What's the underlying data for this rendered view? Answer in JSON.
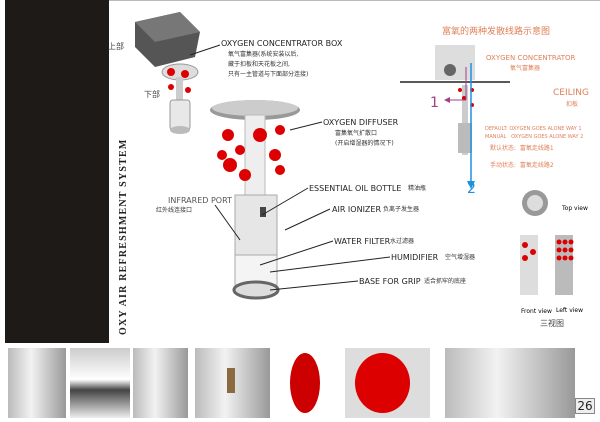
{
  "title": "OXY AIR REFRESHMENT SYSTEM",
  "upper": "上部",
  "lower": "下部",
  "labels": {
    "concentrator_box": "OXYGEN CONCENTRATOR BOX",
    "concentrator_box_cn": [
      "氧气富集器(系统安装以后,",
      "藏于扣板和天花板之间,",
      "只有一主管道与下面部分连接)"
    ],
    "diffuser": "OXYGEN DIFFUSER",
    "diffuser_cn": "富集氧气扩散口",
    "diffuser_cn2": "(开启增湿器的情况下)",
    "infrared": "INFRARED PORT",
    "infrared_cn": "红外线连接口",
    "oil": "ESSENTIAL OIL BOTTLE",
    "oil_cn": "精油瓶",
    "ionizer": "AIR IONIZER",
    "ionizer_cn": "负离子发生器",
    "water": "WATER FILTER",
    "water_cn": "水过滤器",
    "humidifier": "HUMIDIFIER",
    "humidifier_cn": "空气增湿器",
    "base": "BASE FOR GRIP",
    "base_cn": "适合抓牢的底座"
  },
  "schematic": {
    "title": "富氧的两种发散线路示意图",
    "concentrator": "OXYGEN CONCENTRATOR",
    "concentrator_cn": "氧气富集器",
    "ceiling": "CEILING",
    "ceiling_cn": "扣板",
    "way1": "1",
    "way2": "2",
    "default": "DEFAULT: OXYGEN GOES ALONE WAY 1",
    "manual": "MANUAL   OXYGEN GOES ALONE WAY 2",
    "default_cn": "默认状态:  富氧走线路1",
    "manual_cn": "手动状态:  富氧走线路2",
    "colors": {
      "text": "#e0805a",
      "way1": "#a0408a",
      "way2": "#1e90e0"
    }
  },
  "views": {
    "top": "Top view",
    "front": "Front view",
    "left": "Left view",
    "three": "三视图"
  },
  "page": "26"
}
